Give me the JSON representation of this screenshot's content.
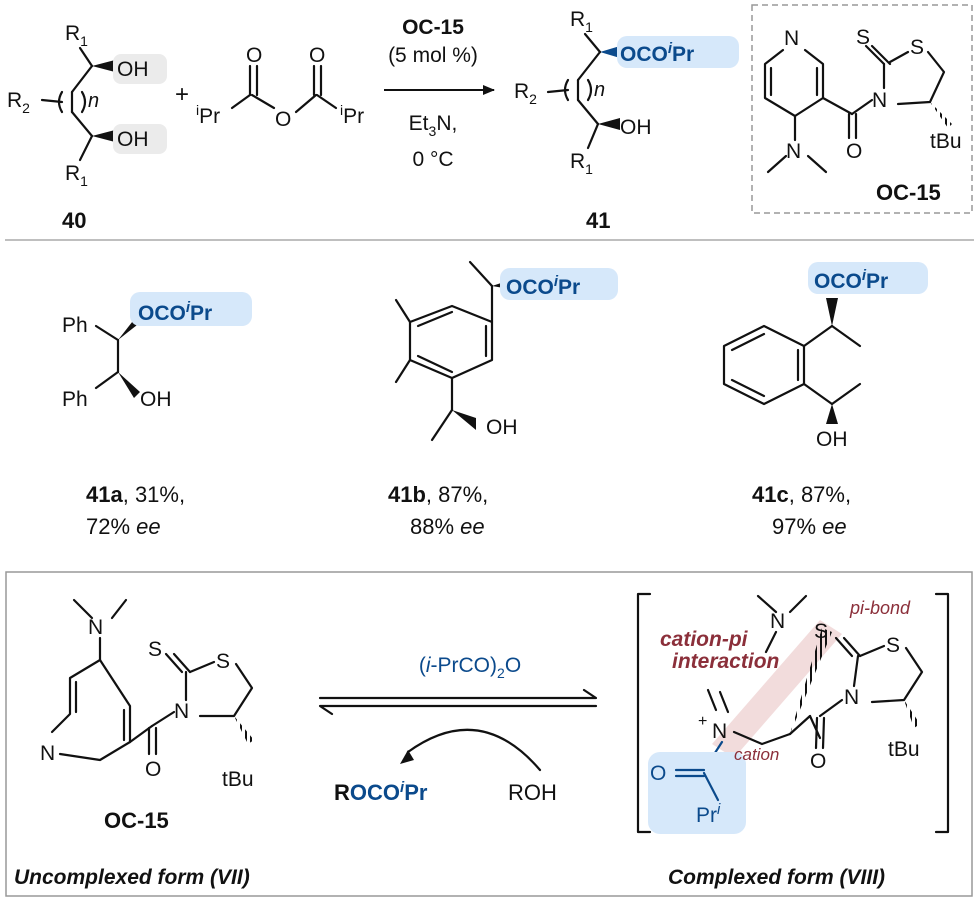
{
  "reaction": {
    "catalyst_name": "OC-15",
    "catalyst_loading": "(5 mol %)",
    "base": "Et3N,",
    "temperature": "0 °C",
    "substrate_label": "40",
    "product_label": "41",
    "reagent_ipr_prefix": "i",
    "reagent_ipr_suffix": "Pr",
    "plus": "+",
    "r1": "R",
    "r2": "R",
    "sub1": "1",
    "sub2": "2",
    "n": "n",
    "oh": "OH",
    "oco_ipr_prefix": "OCO",
    "oco_ipr_i": "i",
    "oco_ipr_pr": "Pr",
    "o_atom": "O",
    "catalyst_box_label": "OC-15",
    "dimethylamino_n": "N",
    "pyridine_n": "N",
    "s_atom": "S",
    "tbu": "tBu"
  },
  "products": [
    {
      "id": "41a",
      "yield": ", 31%,",
      "ee_value": "72%",
      "ee_unit": "ee",
      "ph": "Ph"
    },
    {
      "id": "41b",
      "yield": ", 87%,",
      "ee_value": "88%",
      "ee_unit": "ee"
    },
    {
      "id": "41c",
      "yield": ", 87%,",
      "ee_value": "97%",
      "ee_unit": "ee"
    }
  ],
  "mechanism": {
    "reagent_open": "(",
    "reagent_i": "i",
    "reagent_body": "-PrCO)",
    "reagent_sub": "2",
    "reagent_o": "O",
    "product_r": "R",
    "product_rest": "OCO",
    "product_i": "i",
    "product_pr": "Pr",
    "roh": "ROH",
    "left_catalyst_label": "OC-15",
    "left_caption": "Uncomplexed form (VII)",
    "right_caption": "Complexed form (VIII)",
    "cation_pi_1": "cation-pi",
    "cation_pi_2": "interaction",
    "pi_bond": "pi-bond",
    "cation": "cation",
    "plus_charge": "+",
    "pr": "Pr",
    "pr_i": "i"
  },
  "colors": {
    "accent_blue": "#0b4a8c",
    "highlight_blue": "#d6e8fa",
    "maroon": "#8b2f3a",
    "highlight_pink": "#f0d6d6"
  }
}
